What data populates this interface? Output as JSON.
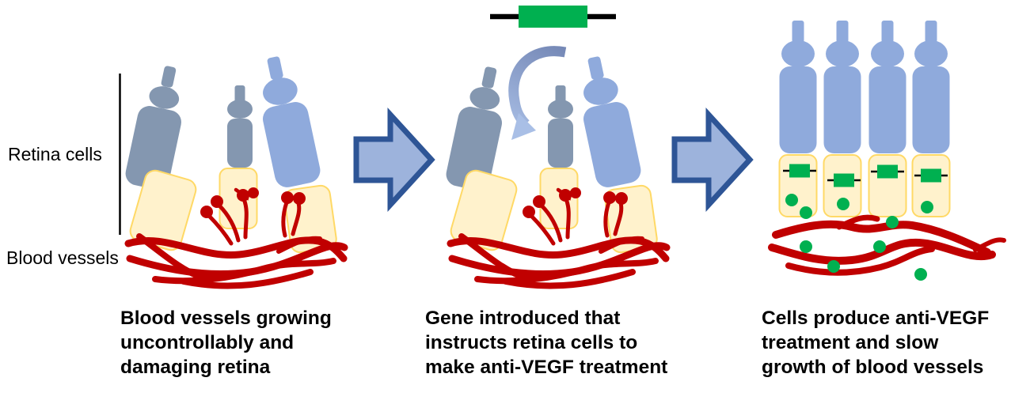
{
  "labels": {
    "retina_cells": "Retina cells",
    "blood_vessels": "Blood vessels"
  },
  "panels": [
    {
      "name": "disease",
      "caption_lines": [
        "Blood vessels growing",
        "uncontrollably and",
        "damaging retina"
      ]
    },
    {
      "name": "gene_introduction",
      "caption_lines": [
        "Gene introduced that",
        "instructs retina cells to",
        "make anti-VEGF treatment"
      ]
    },
    {
      "name": "treatment",
      "caption_lines": [
        "Cells produce anti-VEGF",
        "treatment and slow",
        "growth of blood vessels"
      ]
    }
  ],
  "icons": {
    "gene": "gene-icon",
    "curved_arrow": "curved-down-arrow-icon",
    "block_arrow": "right-block-arrow-icon",
    "molecule": "anti-vegf-dot-icon",
    "cell": "retina-cell-icon",
    "vessel": "blood-vessel-icon"
  },
  "colors": {
    "cell_gray_blue": "#8497B0",
    "cell_light_blue": "#8FAADC",
    "cell_base_fill": "#FFF2CC",
    "cell_base_border": "#FFD966",
    "vessel_red": "#C00000",
    "gene_green": "#00B050",
    "arrow_fill": "#9DB3DC",
    "arrow_border": "#2E5596",
    "curved_arrow_dark": "#7487B5",
    "curved_arrow_light": "#A9BFE6",
    "text": "#000000"
  }
}
